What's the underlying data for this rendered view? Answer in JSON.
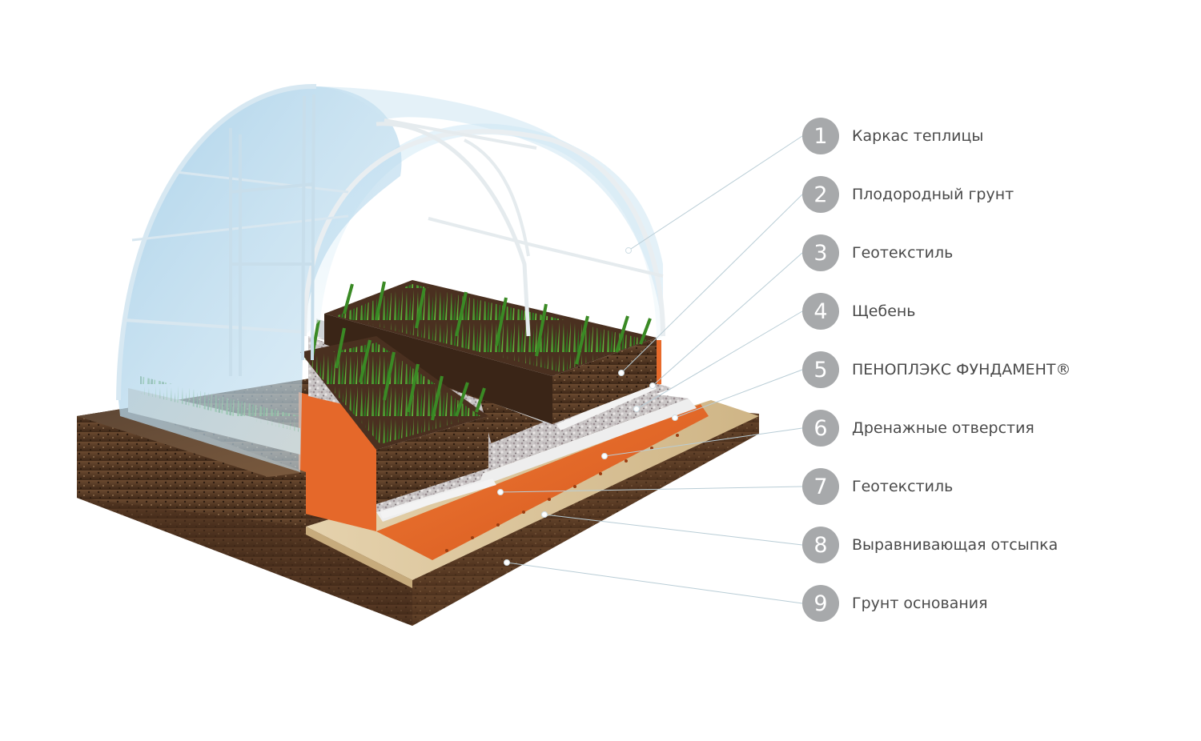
{
  "legend": [
    {
      "number": "1",
      "label": "Каркас теплицы"
    },
    {
      "number": "2",
      "label": "Плодородный грунт"
    },
    {
      "number": "3",
      "label": "Геотекстиль"
    },
    {
      "number": "4",
      "label": "Щебень"
    },
    {
      "number": "5",
      "label": "ПЕНОПЛЭКС ФУНДАМЕНТ®"
    },
    {
      "number": "6",
      "label": "Дренажные отверстия"
    },
    {
      "number": "7",
      "label": "Геотекстиль"
    },
    {
      "number": "8",
      "label": "Выравнивающая отсыпка"
    },
    {
      "number": "9",
      "label": "Грунт основания"
    }
  ],
  "colors": {
    "badge": "#a7a9ab",
    "label_text": "#4a4a4a",
    "leader_line": "#b9cdd6",
    "soil": "#5a3b25",
    "sand": "#d9c29a",
    "foam_insulation": "#e8672a",
    "gravel": "#c9c6c4",
    "grass": "#3e8a2a",
    "greenhouse_glass": "#a9d3ec"
  }
}
